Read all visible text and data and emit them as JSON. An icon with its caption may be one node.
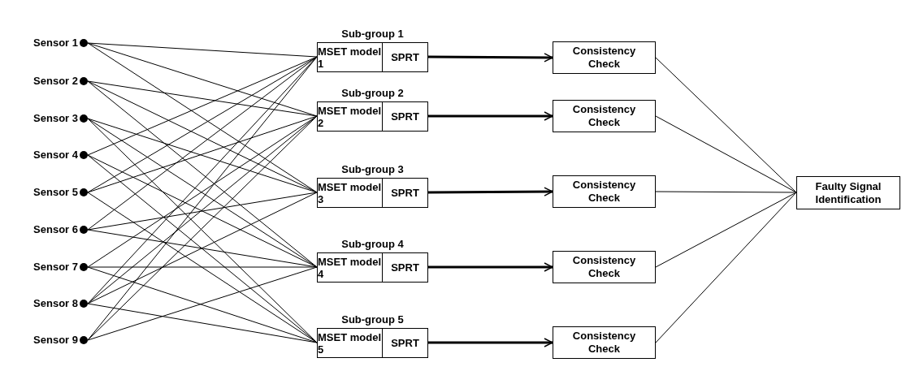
{
  "diagram": {
    "nodes": [
      {
        "text": [
          "Sensor 1"
        ]
      },
      {
        "text": [
          "Sensor 2"
        ]
      },
      {
        "text": [
          "Sensor 3"
        ]
      },
      {
        "text": [
          "Sensor 4"
        ]
      },
      {
        "text": [
          "Sensor 5"
        ]
      },
      {
        "text": [
          "Sensor 6"
        ]
      },
      {
        "text": [
          "Sensor 7"
        ]
      },
      {
        "text": [
          "Sensor 8"
        ]
      },
      {
        "text": [
          "Sensor 9"
        ]
      },
      {
        "text": [
          "Sub-group 1",
          "MSET model 1",
          "SPRT"
        ]
      },
      {
        "text": [
          "Sub-group 2",
          "MSET model 2",
          "SPRT"
        ]
      },
      {
        "text": [
          "Sub-group 3",
          "MSET model 3",
          "SPRT"
        ]
      },
      {
        "text": [
          "Sub-group 4",
          "MSET model 4",
          "SPRT"
        ]
      },
      {
        "text": [
          "Sub-group 5",
          "MSET model 5",
          "SPRT"
        ]
      },
      {
        "text": [
          "Consistency Check"
        ]
      },
      {
        "text": [
          "Consistency Check"
        ]
      },
      {
        "text": [
          "Consistency Check"
        ]
      },
      {
        "text": [
          "Consistency Check"
        ]
      },
      {
        "text": [
          "Consistency Check"
        ]
      },
      {
        "text": [
          "Faulty Signal Identification"
        ]
      }
    ],
    "edges": [
      {
        "from": 0,
        "to": 9,
        "arrow": "none"
      },
      {
        "from": 0,
        "to": 10,
        "arrow": "none"
      },
      {
        "from": 0,
        "to": 11,
        "arrow": "none"
      },
      {
        "from": 1,
        "to": 10,
        "arrow": "none"
      },
      {
        "from": 1,
        "to": 11,
        "arrow": "none"
      },
      {
        "from": 1,
        "to": 12,
        "arrow": "none"
      },
      {
        "from": 2,
        "to": 11,
        "arrow": "none"
      },
      {
        "from": 2,
        "to": 12,
        "arrow": "none"
      },
      {
        "from": 2,
        "to": 13,
        "arrow": "none"
      },
      {
        "from": 3,
        "to": 9,
        "arrow": "none"
      },
      {
        "from": 3,
        "to": 12,
        "arrow": "none"
      },
      {
        "from": 3,
        "to": 13,
        "arrow": "none"
      },
      {
        "from": 4,
        "to": 9,
        "arrow": "none"
      },
      {
        "from": 4,
        "to": 10,
        "arrow": "none"
      },
      {
        "from": 4,
        "to": 13,
        "arrow": "none"
      },
      {
        "from": 5,
        "to": 9,
        "arrow": "none"
      },
      {
        "from": 5,
        "to": 11,
        "arrow": "none"
      },
      {
        "from": 5,
        "to": 12,
        "arrow": "none"
      },
      {
        "from": 6,
        "to": 10,
        "arrow": "none"
      },
      {
        "from": 6,
        "to": 12,
        "arrow": "none"
      },
      {
        "from": 6,
        "to": 13,
        "arrow": "none"
      },
      {
        "from": 7,
        "to": 9,
        "arrow": "none"
      },
      {
        "from": 7,
        "to": 10,
        "arrow": "none"
      },
      {
        "from": 7,
        "to": 11,
        "arrow": "none"
      },
      {
        "from": 7,
        "to": 13,
        "arrow": "none"
      },
      {
        "from": 8,
        "to": 9,
        "arrow": "none"
      },
      {
        "from": 8,
        "to": 10,
        "arrow": "none"
      },
      {
        "from": 8,
        "to": 12,
        "arrow": "none"
      },
      {
        "from": 9,
        "to": 14,
        "arrow": "to",
        "style": "thick"
      },
      {
        "from": 10,
        "to": 15,
        "arrow": "to",
        "style": "thick"
      },
      {
        "from": 11,
        "to": 16,
        "arrow": "to",
        "style": "thick"
      },
      {
        "from": 12,
        "to": 17,
        "arrow": "to",
        "style": "thick"
      },
      {
        "from": 13,
        "to": 18,
        "arrow": "to",
        "style": "thick"
      },
      {
        "from": 14,
        "to": 19,
        "arrow": "none"
      },
      {
        "from": 15,
        "to": 19,
        "arrow": "none"
      },
      {
        "from": 16,
        "to": 19,
        "arrow": "none"
      },
      {
        "from": 17,
        "to": 19,
        "arrow": "none"
      },
      {
        "from": 18,
        "to": 19,
        "arrow": "none"
      }
    ]
  }
}
